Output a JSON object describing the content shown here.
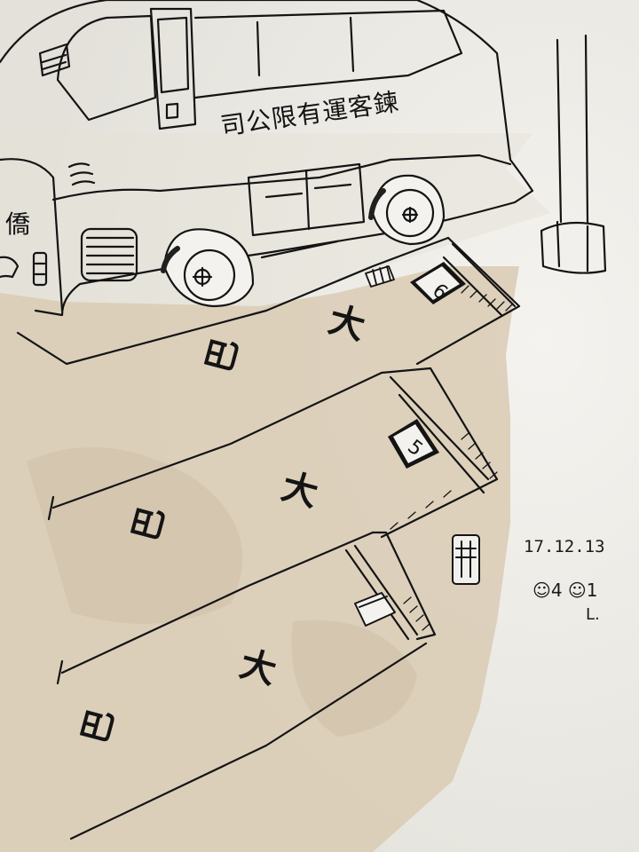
{
  "bus": {
    "company_text": "司公限有運客鍊",
    "side_char": "僑"
  },
  "bays": [
    {
      "number": "6",
      "label_top": "大",
      "label_bottom": "巴"
    },
    {
      "number": "5",
      "label_top": "大",
      "label_bottom": "巴"
    },
    {
      "number": "",
      "label_top": "大",
      "label_bottom": "巴"
    }
  ],
  "sketch_note": {
    "date": "17.12.13",
    "sig_line1": "☺4 ☺1",
    "sig_line2": "L."
  },
  "colors": {
    "paper": "#efeee9",
    "ink": "#141414",
    "wash": "#d9cbb4"
  }
}
